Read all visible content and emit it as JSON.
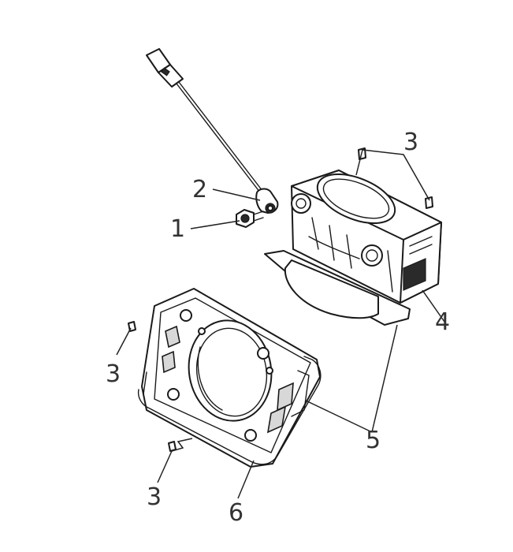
{
  "callouts": {
    "c1": "1",
    "c2": "2",
    "c3_top": "3",
    "c3_left": "3",
    "c3_bottom": "3",
    "c4": "4",
    "c5": "5",
    "c6": "6"
  },
  "colors": {
    "line": "#1a1a1a",
    "label": "#333333",
    "background": "#ffffff"
  }
}
